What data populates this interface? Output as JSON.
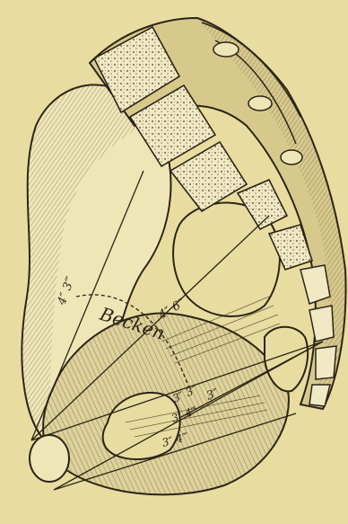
{
  "image": {
    "subject": "pelvis-engraving",
    "palette": {
      "paper": "#e8dca0",
      "ink": "#2b2416",
      "bone_light": "#efe6b8",
      "shadow": "#5a4e36"
    }
  },
  "labels": {
    "becken": "Becken",
    "measure_upper_left": "4″ 3‴",
    "measure_mid": "4″ 6‴",
    "measure_right": "3″",
    "measure_lower1": "3″ 3‴",
    "measure_lower2": "3″ 4‴",
    "measure_lower3": "3″ 4‴"
  }
}
